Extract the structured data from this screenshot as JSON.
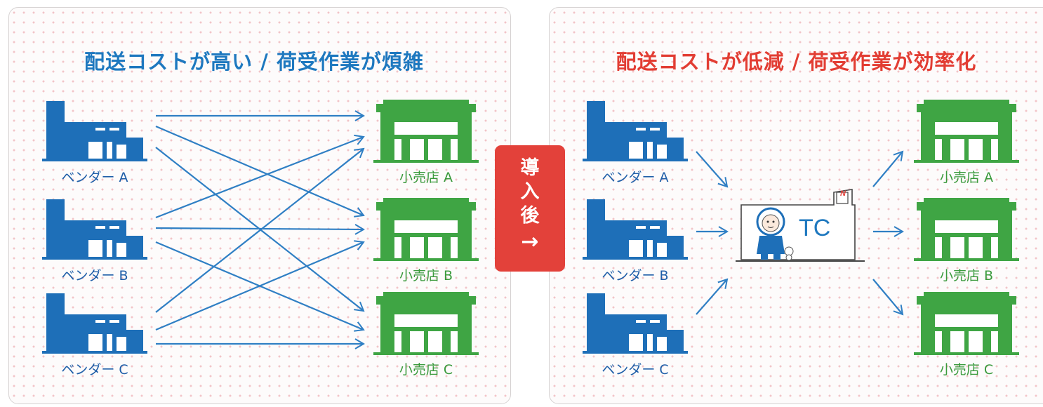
{
  "left_panel": {
    "title": "配送コストが高い / 荷受作業が煩雑",
    "vendors": [
      {
        "label": "ベンダー A"
      },
      {
        "label": "ベンダー B"
      },
      {
        "label": "ベンダー C"
      }
    ],
    "stores": [
      {
        "label": "小売店 A"
      },
      {
        "label": "小売店 B"
      },
      {
        "label": "小売店 C"
      }
    ]
  },
  "after_badge": {
    "chars": [
      "導",
      "入",
      "後"
    ],
    "arrow": "→"
  },
  "right_panel": {
    "title": "配送コストが低減 / 荷受作業が効率化",
    "vendors": [
      {
        "label": "ベンダー A"
      },
      {
        "label": "ベンダー B"
      },
      {
        "label": "ベンダー C"
      }
    ],
    "hub": {
      "label": "TC",
      "logo": "N"
    },
    "stores": [
      {
        "label": "小売店 A"
      },
      {
        "label": "小売店 B"
      },
      {
        "label": "小売店 C"
      }
    ]
  },
  "colors": {
    "vendor": "#1e6fb8",
    "store": "#3fa544",
    "left_title": "#1e78bf",
    "right_title": "#e23d33",
    "arrow": "#2f7fc4",
    "badge": "#e3413a"
  },
  "icons": {
    "vendor": "factory-icon",
    "store": "store-icon",
    "hub": "warehouse-icon"
  }
}
